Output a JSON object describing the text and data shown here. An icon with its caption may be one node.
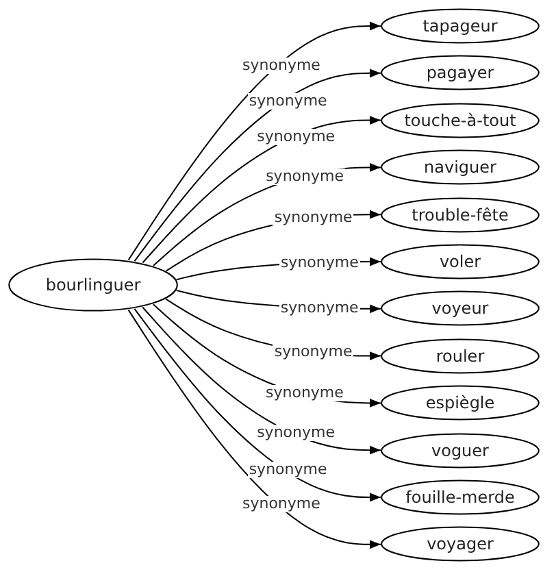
{
  "diagram": {
    "nodes": [
      {
        "text": [
          "bourlinguer"
        ]
      },
      {
        "text": [
          "tapageur"
        ]
      },
      {
        "text": [
          "pagayer"
        ]
      },
      {
        "text": [
          "touche-à-tout"
        ]
      },
      {
        "text": [
          "naviguer"
        ]
      },
      {
        "text": [
          "trouble-fête"
        ]
      },
      {
        "text": [
          "voler"
        ]
      },
      {
        "text": [
          "voyeur"
        ]
      },
      {
        "text": [
          "rouler"
        ]
      },
      {
        "text": [
          "espiègle"
        ]
      },
      {
        "text": [
          "voguer"
        ]
      },
      {
        "text": [
          "fouille-merde"
        ]
      },
      {
        "text": [
          "voyager"
        ]
      }
    ],
    "edges": [
      {
        "from": 0,
        "to": 1,
        "arrow": "to",
        "label": "synonyme"
      },
      {
        "from": 0,
        "to": 2,
        "arrow": "to",
        "label": "synonyme"
      },
      {
        "from": 0,
        "to": 3,
        "arrow": "to",
        "label": "synonyme"
      },
      {
        "from": 0,
        "to": 4,
        "arrow": "to",
        "label": "synonyme"
      },
      {
        "from": 0,
        "to": 5,
        "arrow": "to",
        "label": "synonyme"
      },
      {
        "from": 0,
        "to": 6,
        "arrow": "to",
        "label": "synonyme"
      },
      {
        "from": 0,
        "to": 7,
        "arrow": "to",
        "label": "synonyme"
      },
      {
        "from": 0,
        "to": 8,
        "arrow": "to",
        "label": "synonyme"
      },
      {
        "from": 0,
        "to": 9,
        "arrow": "to",
        "label": "synonyme"
      },
      {
        "from": 0,
        "to": 10,
        "arrow": "to",
        "label": "synonyme"
      },
      {
        "from": 0,
        "to": 11,
        "arrow": "to",
        "label": "synonyme"
      },
      {
        "from": 0,
        "to": 12,
        "arrow": "to",
        "label": "synonyme"
      }
    ]
  }
}
